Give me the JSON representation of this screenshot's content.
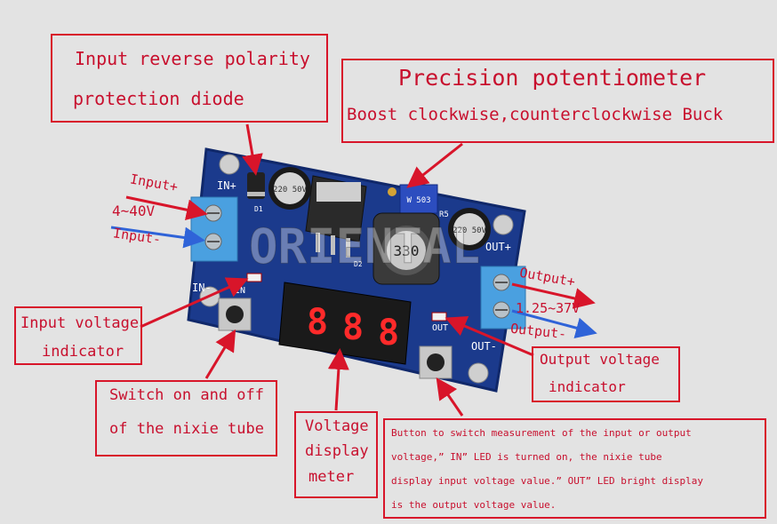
{
  "callouts": {
    "diode": {
      "line1": "Input reverse polarity",
      "line2": "protection diode"
    },
    "pot": {
      "title": "Precision potentiometer",
      "subtitle": "Boost clockwise,counterclockwise Buck"
    },
    "in_led": {
      "line1": "Input voltage",
      "line2": "indicator"
    },
    "switch": {
      "line1": "Switch on and off",
      "line2": "of the nixie tube"
    },
    "voltmeter": {
      "line1": "Voltage",
      "line2": "display",
      "line3": "meter"
    },
    "out_led": {
      "line1": "Output voltage",
      "line2": "indicator"
    },
    "button": {
      "line1": "Button to switch measurement of the input or output",
      "line2": "voltage,” IN” LED is turned on, the  nixie tube",
      "line3": "display input voltage value.” OUT” LED bright display",
      "line4": "is the output voltage value."
    }
  },
  "io_labels": {
    "input_plus": "Input+",
    "input_range": "4~40V",
    "input_minus": "Input-",
    "output_plus": "Output+",
    "output_range": "1.25~37V",
    "output_minus": "Output-"
  },
  "board": {
    "silk_in_plus": "IN+",
    "silk_in_minus": "IN-",
    "silk_out_plus": "OUT+",
    "silk_out_minus": "OUT-",
    "silk_in_led": "IN",
    "silk_out_led": "OUT",
    "silk_r5": "R5",
    "silk_d1": "D1",
    "silk_d2": "D2",
    "inductor_label": "330",
    "pot_label": "W 503",
    "cap_left": "220 50V",
    "cap_right": "220 50V",
    "display_digits": [
      "8",
      "8",
      "8"
    ],
    "watermark": "ORIENTAL"
  },
  "colors": {
    "callout_border": "#d8152a",
    "text_red": "#c8102e",
    "arrow_red": "#d8152a",
    "arrow_blue": "#2f63d8",
    "pcb_blue": "#1b3a8c",
    "led_segment": "#ff2a2a",
    "terminal_blue": "#4aa0e0"
  }
}
